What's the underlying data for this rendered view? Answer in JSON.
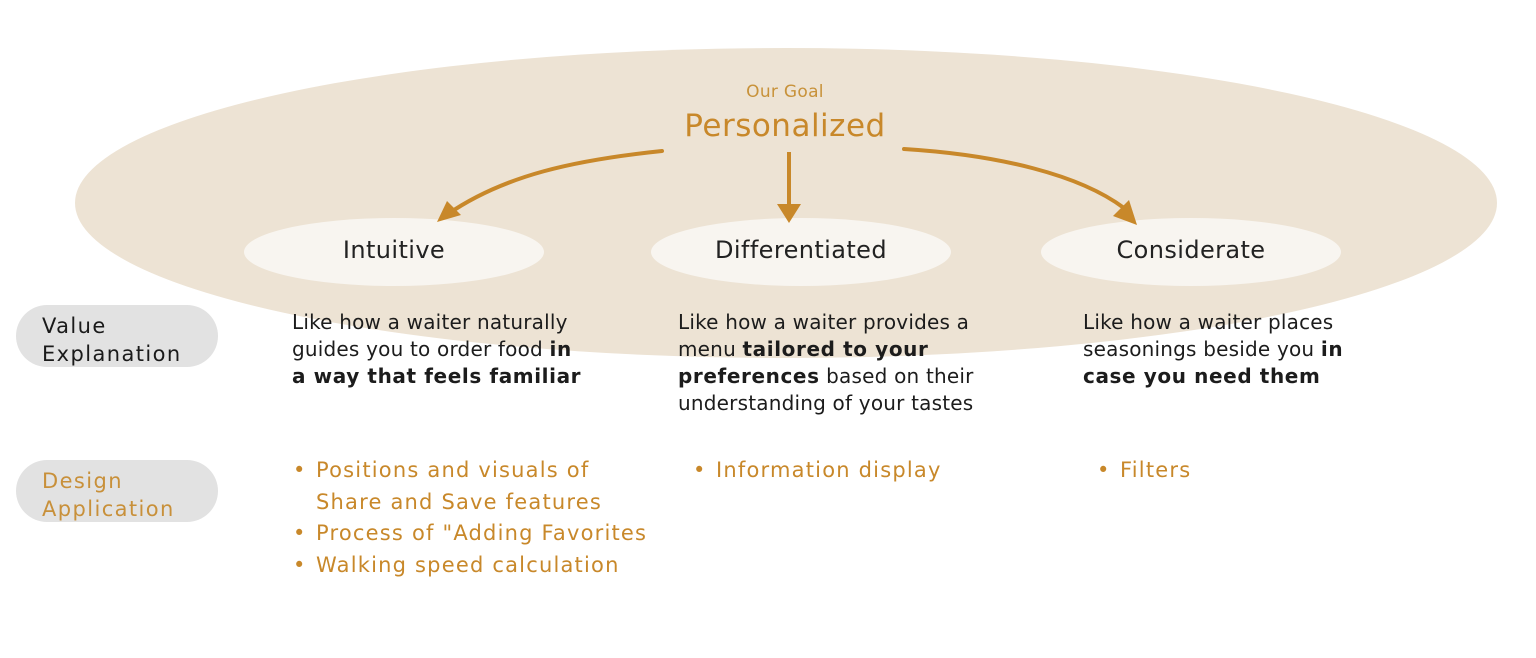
{
  "goal": {
    "caption": "Our Goal",
    "title": "Personalized"
  },
  "pillars": [
    {
      "label": "Intuitive",
      "explanation": {
        "before": "Like how a waiter naturally guides you to order food ",
        "emphasis": "in a way that feels familiar",
        "after": ""
      },
      "applications": [
        "Positions and visuals of Share and Save features",
        "Process of \"Adding Favorites",
        "Walking speed calculation"
      ]
    },
    {
      "label": "Differentiated",
      "explanation": {
        "before": "Like how a waiter provides a menu ",
        "emphasis": "tailored to your preferences",
        "after": " based on their understanding of your tastes"
      },
      "applications": [
        "Information display"
      ]
    },
    {
      "label": "Considerate",
      "explanation": {
        "before": "Like how a waiter places seasonings beside you ",
        "emphasis": "in case you need them",
        "after": ""
      },
      "applications": [
        "Filters"
      ]
    }
  ],
  "rows": {
    "value": {
      "line1": "Value",
      "line2": "Explanation"
    },
    "design": {
      "line1": "Design",
      "line2": "Application"
    }
  },
  "bullet_glyph": "•",
  "colors": {
    "big_ellipse": "#ede3d4",
    "small_ellipse": "#f8f5f0",
    "accent": "#c8882a",
    "side_pill": "#e2e2e2",
    "text": "#1c1c1c"
  }
}
